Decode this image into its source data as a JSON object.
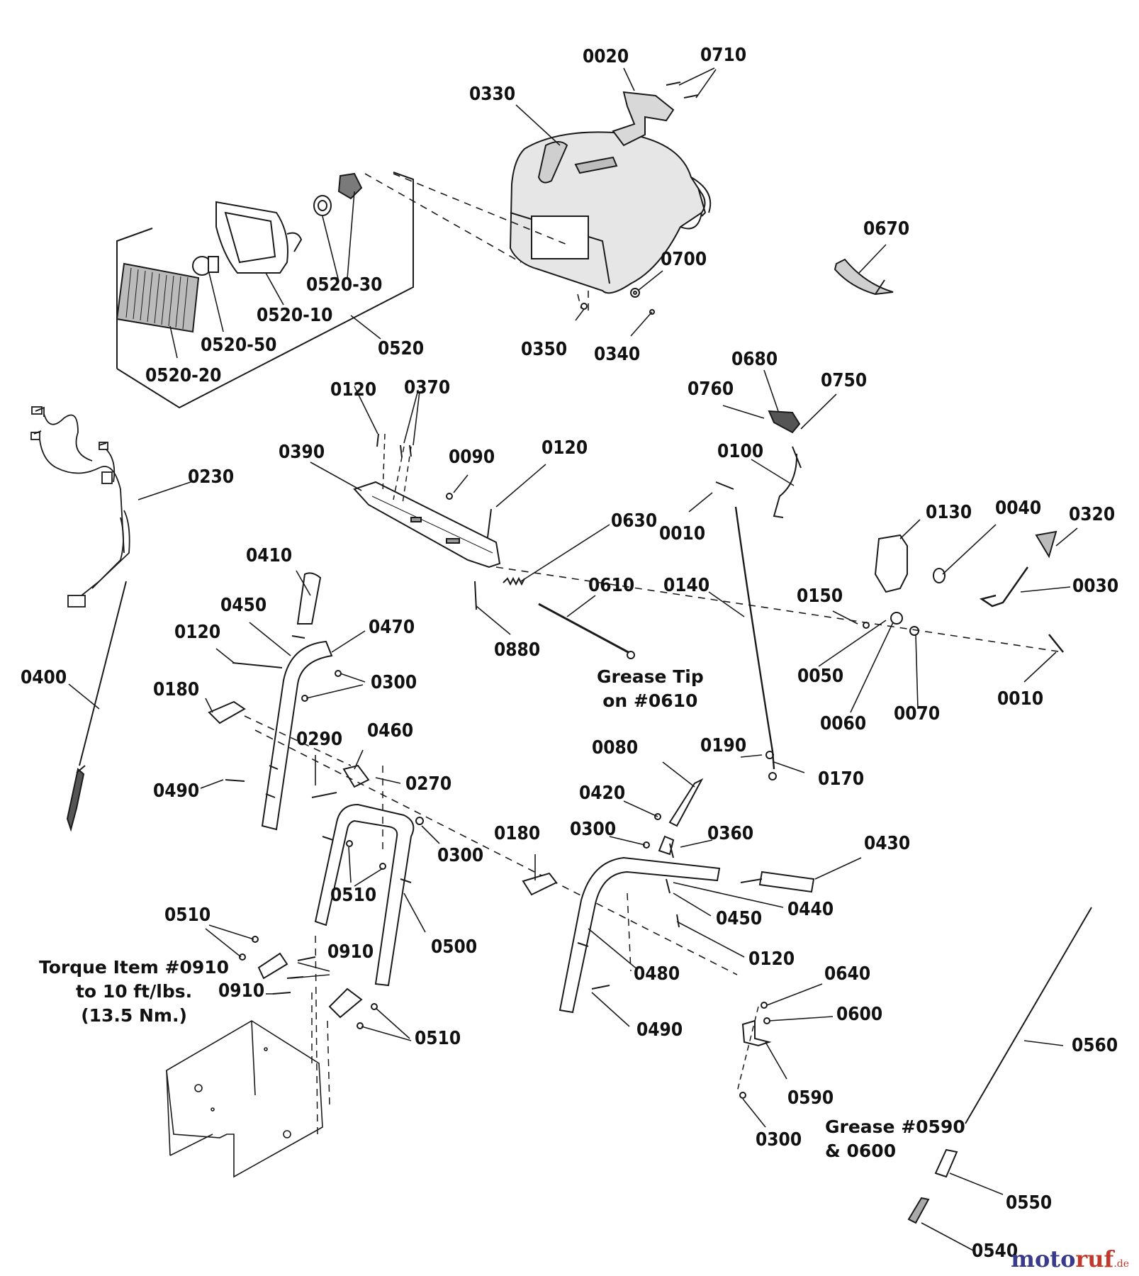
{
  "labels": {
    "l0020": "0020",
    "l0710": "0710",
    "l0330": "0330",
    "l0670": "0670",
    "l0700": "0700",
    "l0350": "0350",
    "l0340": "0340",
    "l0520_30": "0520-30",
    "l0520_10": "0520-10",
    "l0520_50": "0520-50",
    "l0520": "0520",
    "l0520_20": "0520-20",
    "l0120_a": "0120",
    "l0370": "0370",
    "l0390": "0390",
    "l0090": "0090",
    "l0120_b": "0120",
    "l0630": "0630",
    "l0610": "0610",
    "l0880": "0880",
    "l0230": "0230",
    "l0680": "0680",
    "l0760": "0760",
    "l0750": "0750",
    "l0100": "0100",
    "l0010_a": "0010",
    "l0130": "0130",
    "l0040": "0040",
    "l0320": "0320",
    "l0030": "0030",
    "l0140": "0140",
    "l0150": "0150",
    "l0050": "0050",
    "l0060": "0060",
    "l0070": "0070",
    "l0010_b": "0010",
    "l0410": "0410",
    "l0450_a": "0450",
    "l0470": "0470",
    "l0120_c": "0120",
    "l0300_a": "0300",
    "l0400": "0400",
    "l0180_a": "0180",
    "l0290": "0290",
    "l0460": "0460",
    "l0270": "0270",
    "l0490_a": "0490",
    "l0300_b": "0300",
    "l0510_a": "0510",
    "l0500": "0500",
    "l0510_b": "0510",
    "l0910_a": "0910",
    "l0910_b": "0910",
    "l0510_c": "0510",
    "l0080": "0080",
    "l0190": "0190",
    "l0170": "0170",
    "l0420": "0420",
    "l0300_c": "0300",
    "l0360": "0360",
    "l0180_b": "0180",
    "l0430": "0430",
    "l0440": "0440",
    "l0450_b": "0450",
    "l0120_d": "0120",
    "l0480": "0480",
    "l0490_b": "0490",
    "l0640": "0640",
    "l0600": "0600",
    "l0590": "0590",
    "l0300_d": "0300",
    "l0560": "0560",
    "l0550": "0550",
    "l0540": "0540"
  },
  "notes": {
    "grease_tip": "Grease Tip\non #0610",
    "torque": "Torque Item #0910\nto 10 ft/lbs.\n(13.5 Nm.)",
    "grease_0590": "Grease #0590\n& 0600"
  },
  "watermark": {
    "main": "moto",
    "accent": "ruf",
    "tld": ".de"
  },
  "colors": {
    "line": "#1a1a1a",
    "part_fill": "#ffffff",
    "shade": "#8a8a8a",
    "watermark_blue": "#3a3a8c",
    "watermark_red": "#c0392b"
  }
}
